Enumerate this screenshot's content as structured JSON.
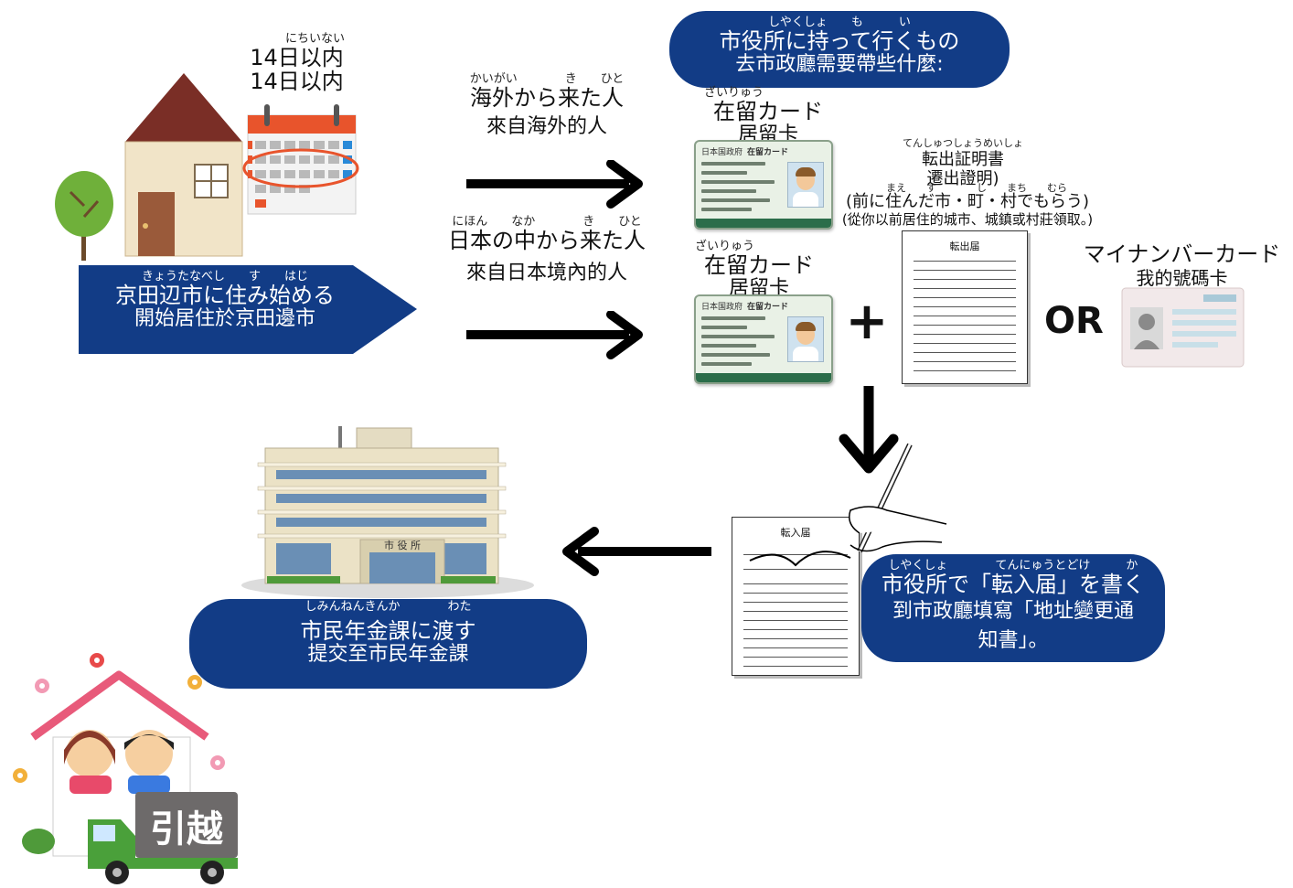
{
  "deadline": {
    "ruby": "にちいない",
    "jp": "14日以内",
    "zh": "14日以内"
  },
  "start_banner": {
    "ruby": "きょうたなべし　　す　　はじ",
    "jp": "京田辺市に住み始める",
    "zh": "開始居住於京田邊市"
  },
  "overseas_label": {
    "ruby": "かいがい　　　　き　　ひと",
    "jp": "海外から来た人",
    "zh": "來自海外的人"
  },
  "domestic_label": {
    "ruby": "にほん　　なか　　　　き　　ひと",
    "jp": "日本の中から来た人",
    "zh": "來自日本境內的人"
  },
  "bring_pill": {
    "ruby": "しやくしょ　　も　　　い",
    "jp": "市役所に持って行くもの",
    "zh": "去市政廳需要帶些什麼:"
  },
  "residence_card_1": {
    "ruby": "ざいりゅう",
    "jp": "在留カード",
    "zh": "居留卡"
  },
  "residence_card_2": {
    "ruby": "ざいりゅう",
    "jp": "在留カード",
    "zh": "居留卡"
  },
  "card_graphic": {
    "issuer": "日本国政府",
    "title": "在留カード"
  },
  "move_out_cert": {
    "ruby": "てんしゅつしょうめいしょ",
    "jp": "転出証明書",
    "zh": "遷出證明)",
    "note_ruby": "まえ　　す　　　　し　　まち　　むら",
    "note_jp": "(前に住んだ市・町・村でもらう)",
    "note_zh": "(從你以前居住的城市、城鎮或村莊領取。)",
    "form_title": "転出届"
  },
  "plus_symbol": "+",
  "or_label": "OR",
  "my_number": {
    "jp": "マイナンバーカード",
    "zh": "我的號碼卡"
  },
  "move_in_form_title": "転入届",
  "write_pill": {
    "ruby": "しやくしょ　　　　てんにゅうとどけ　　　か",
    "jp": "市役所で「転入届」を書く",
    "zh_line1": "到市政廳填寫「地址變更通",
    "zh_line2": "知書」。"
  },
  "city_hall_sign": "市 役 所",
  "pension_pill": {
    "ruby": "しみんねんきんか　　　　わた",
    "jp": "市民年金課に渡す",
    "zh": "提交至市民年金課"
  },
  "truck_text": "引越",
  "colors": {
    "navy": "#123c86",
    "calendar_red": "#e8542c",
    "roof": "#7a2e26",
    "wall": "#f1e4c8"
  },
  "icons": [
    "house-icon",
    "tree-icon",
    "calendar-icon",
    "arrow-right-icon",
    "arrow-down-icon",
    "arrow-left-icon",
    "residence-card-icon",
    "form-icon",
    "my-number-card-icon",
    "city-hall-icon",
    "moving-truck-icon",
    "family-house-icon",
    "writing-hand-icon"
  ]
}
